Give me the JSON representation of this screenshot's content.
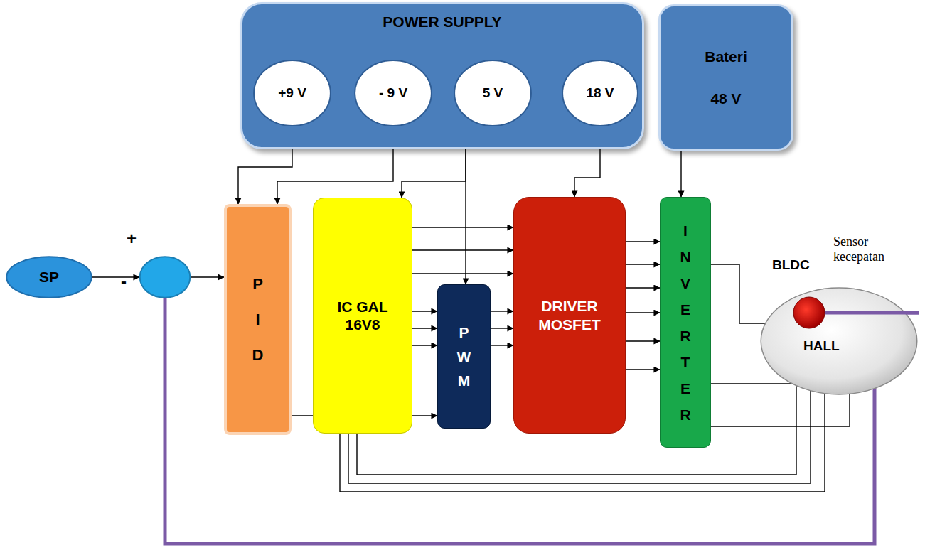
{
  "diagram": {
    "nodes": [
      {
        "text": [
          "POWER SUPPLY"
        ]
      },
      {
        "text": [
          "+9 V"
        ],
        "in": 0
      },
      {
        "text": [
          "- 9 V"
        ],
        "in": 0
      },
      {
        "text": [
          "5 V"
        ],
        "in": 0
      },
      {
        "text": [
          "18 V"
        ],
        "in": 0
      },
      {
        "text": [
          "Bateri",
          "48 V"
        ]
      },
      {
        "text": [
          "SP"
        ]
      },
      {
        "text": [
          "+",
          "-"
        ]
      },
      {
        "text": [
          "P I D"
        ]
      },
      {
        "text": [
          "IC GAL 16V8"
        ]
      },
      {
        "text": [
          "P W M"
        ]
      },
      {
        "text": [
          "DRIVER MOSFET"
        ]
      },
      {
        "text": [
          "I N V E R T E R"
        ]
      },
      {
        "text": [
          "BLDC",
          "HALL"
        ]
      }
    ],
    "edges": [
      {
        "from": 6,
        "to": 7,
        "arrow": "to"
      },
      {
        "from": 7,
        "to": 8,
        "arrow": "to"
      },
      {
        "from": 1,
        "to": 8,
        "arrow": "to"
      },
      {
        "from": 2,
        "to": 8,
        "arrow": "to"
      },
      {
        "from": 3,
        "to": 9,
        "arrow": "to"
      },
      {
        "from": 3,
        "to": 10,
        "arrow": "to"
      },
      {
        "from": 4,
        "to": 11,
        "arrow": "to"
      },
      {
        "from": 5,
        "to": 12,
        "arrow": "to"
      },
      {
        "from": 9,
        "to": 11,
        "arrow": "to"
      },
      {
        "from": 9,
        "to": 11,
        "arrow": "to"
      },
      {
        "from": 9,
        "to": 11,
        "arrow": "to"
      },
      {
        "from": 9,
        "to": 10,
        "arrow": "to"
      },
      {
        "from": 9,
        "to": 10,
        "arrow": "to"
      },
      {
        "from": 9,
        "to": 10,
        "arrow": "to"
      },
      {
        "from": 10,
        "to": 11,
        "arrow": "to"
      },
      {
        "from": 10,
        "to": 11,
        "arrow": "to"
      },
      {
        "from": 10,
        "to": 11,
        "arrow": "to"
      },
      {
        "from": 8,
        "to": 10,
        "arrow": "to"
      },
      {
        "from": 11,
        "to": 12,
        "arrow": "to"
      },
      {
        "from": 11,
        "to": 12,
        "arrow": "to"
      },
      {
        "from": 11,
        "to": 12,
        "arrow": "to"
      },
      {
        "from": 11,
        "to": 12,
        "arrow": "to"
      },
      {
        "from": 11,
        "to": 12,
        "arrow": "to"
      },
      {
        "from": 11,
        "to": 12,
        "arrow": "to"
      },
      {
        "from": 12,
        "to": 13,
        "arrow": "none"
      },
      {
        "from": 12,
        "to": 13,
        "arrow": "none"
      },
      {
        "from": 12,
        "to": 13,
        "arrow": "none"
      },
      {
        "from": 13,
        "to": 9,
        "arrow": "none"
      },
      {
        "from": 13,
        "to": 9,
        "arrow": "none"
      },
      {
        "from": 13,
        "to": 9,
        "arrow": "none"
      },
      {
        "from": 13,
        "to": 7,
        "arrow": "none"
      }
    ],
    "labels": [
      "Sensor kecepatan"
    ]
  }
}
